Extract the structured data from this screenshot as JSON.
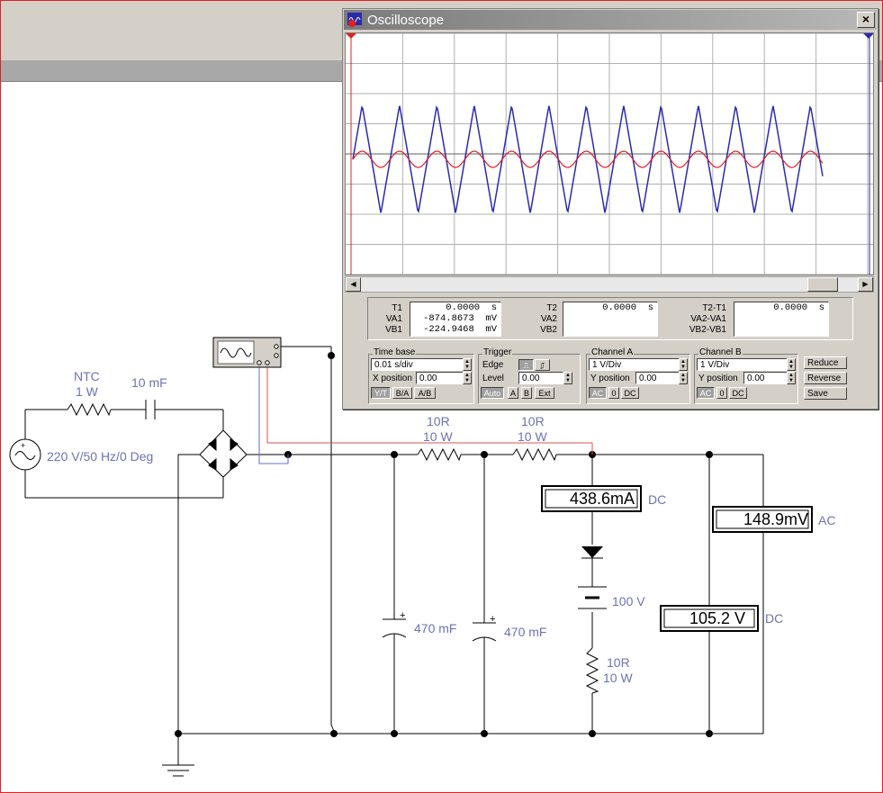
{
  "circuit": {
    "ntc_label": "NTC",
    "ntc_power": "1 W",
    "cap_series": "10 mF",
    "source": "220 V/50 Hz/0 Deg",
    "r1_value": "10R",
    "r1_power": "10 W",
    "r2_value": "10R",
    "r2_power": "10 W",
    "c1": "470 mF",
    "c2": "470 mF",
    "battery": "100 V",
    "r3_value": "10R",
    "r3_power": "10 W",
    "ammeter_reading": "438.6mA",
    "ammeter_mode": "DC",
    "volt_ac_reading": "148.9mV",
    "volt_ac_mode": "AC",
    "volt_dc_reading": "105.2 V",
    "volt_dc_mode": "DC"
  },
  "oscilloscope": {
    "title": "Oscilloscope",
    "close": "×",
    "t1_label": "T1",
    "t1": "0.0000  s",
    "va1_label": "VA1",
    "va1": "-874.8673  mV",
    "vb1_label": "VB1",
    "vb1": "-224.9468  mV",
    "t2_label": "T2",
    "t2": "0.0000  s",
    "va2_label": "VA2",
    "vb2_label": "VB2",
    "t21_label": "T2-T1",
    "t21": "0.0000  s",
    "va21_label": "VA2-VA1",
    "vb21_label": "VB2-VB1",
    "timebase": {
      "title": "Time base",
      "value": "0.01 s/div",
      "xpos_label": "X position",
      "xpos": "0.00",
      "btn_yt": "Y/T",
      "btn_ba": "B/A",
      "btn_ab": "A/B"
    },
    "trigger": {
      "title": "Trigger",
      "edge_label": "Edge",
      "level_label": "Level",
      "level": "0.00",
      "btn_auto": "Auto",
      "btn_a": "A",
      "btn_b": "B",
      "btn_ext": "Ext"
    },
    "channel_a": {
      "title": "Channel A",
      "value": "1 V/Div",
      "ypos_label": "Y position",
      "ypos": "0.00",
      "btn_ac": "AC",
      "btn_0": "0",
      "btn_dc": "DC"
    },
    "channel_b": {
      "title": "Channel B",
      "value": "1 V/Div",
      "ypos_label": "Y position",
      "ypos": "0.00",
      "btn_ac": "AC",
      "btn_0": "0",
      "btn_dc": "DC"
    },
    "btn_reduce": "Reduce",
    "btn_reverse": "Reverse",
    "btn_save": "Save",
    "colors": {
      "channel_a": "#2a2ab0",
      "channel_b": "#e02020"
    }
  }
}
